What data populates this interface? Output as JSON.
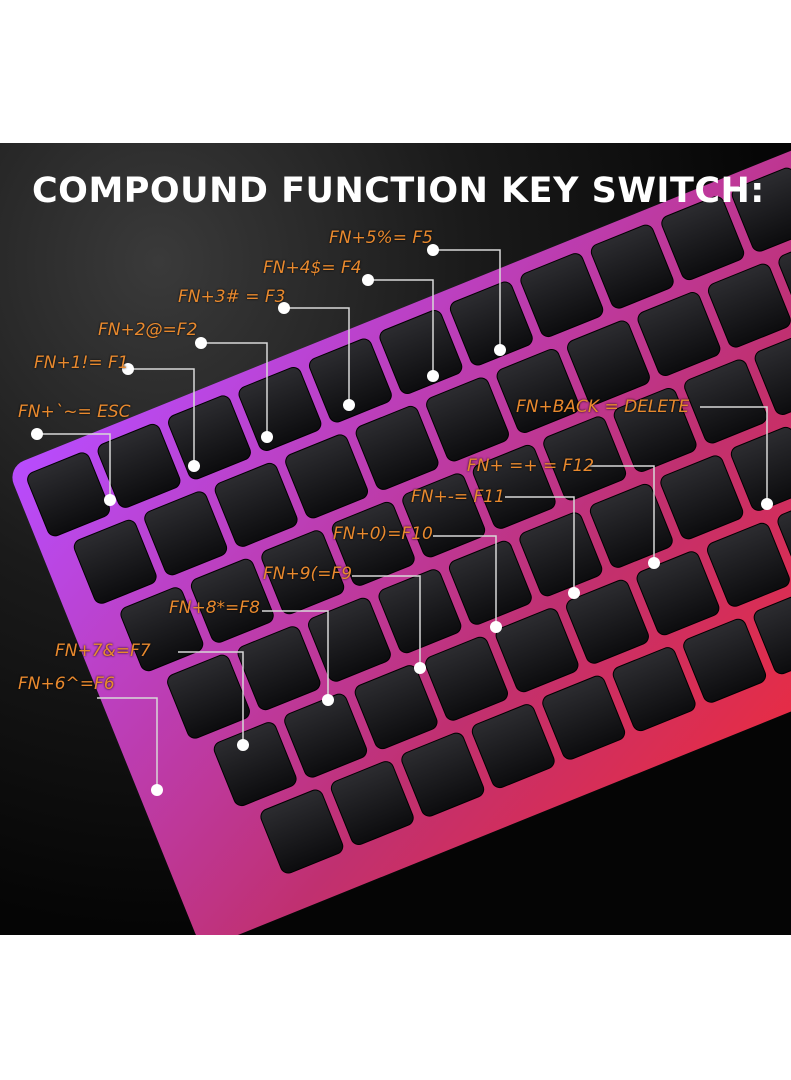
{
  "title": "COMPOUND FUNCTION KEY SWITCH:",
  "labels": {
    "esc": "FN+`~= ESC",
    "f1": "FN+1!= F1",
    "f2": "FN+2@=F2",
    "f3": "FN+3# = F3",
    "f4": "FN+4$= F4",
    "f5": "FN+5%= F5",
    "f6": "FN+6^=F6",
    "f7": "FN+7&=F7",
    "f8": "FN+8*=F8",
    "f9": "FN+9(=F9",
    "f10": "FN+0)=F10",
    "f11": "FN+-= F11",
    "f12": "FN+ =+ = F12",
    "delete": "FN+BACK = DELETE"
  },
  "colors": {
    "label": "#e8892e",
    "backlight_top": "#b84cff",
    "backlight_bottom": "#ff2a2a"
  }
}
